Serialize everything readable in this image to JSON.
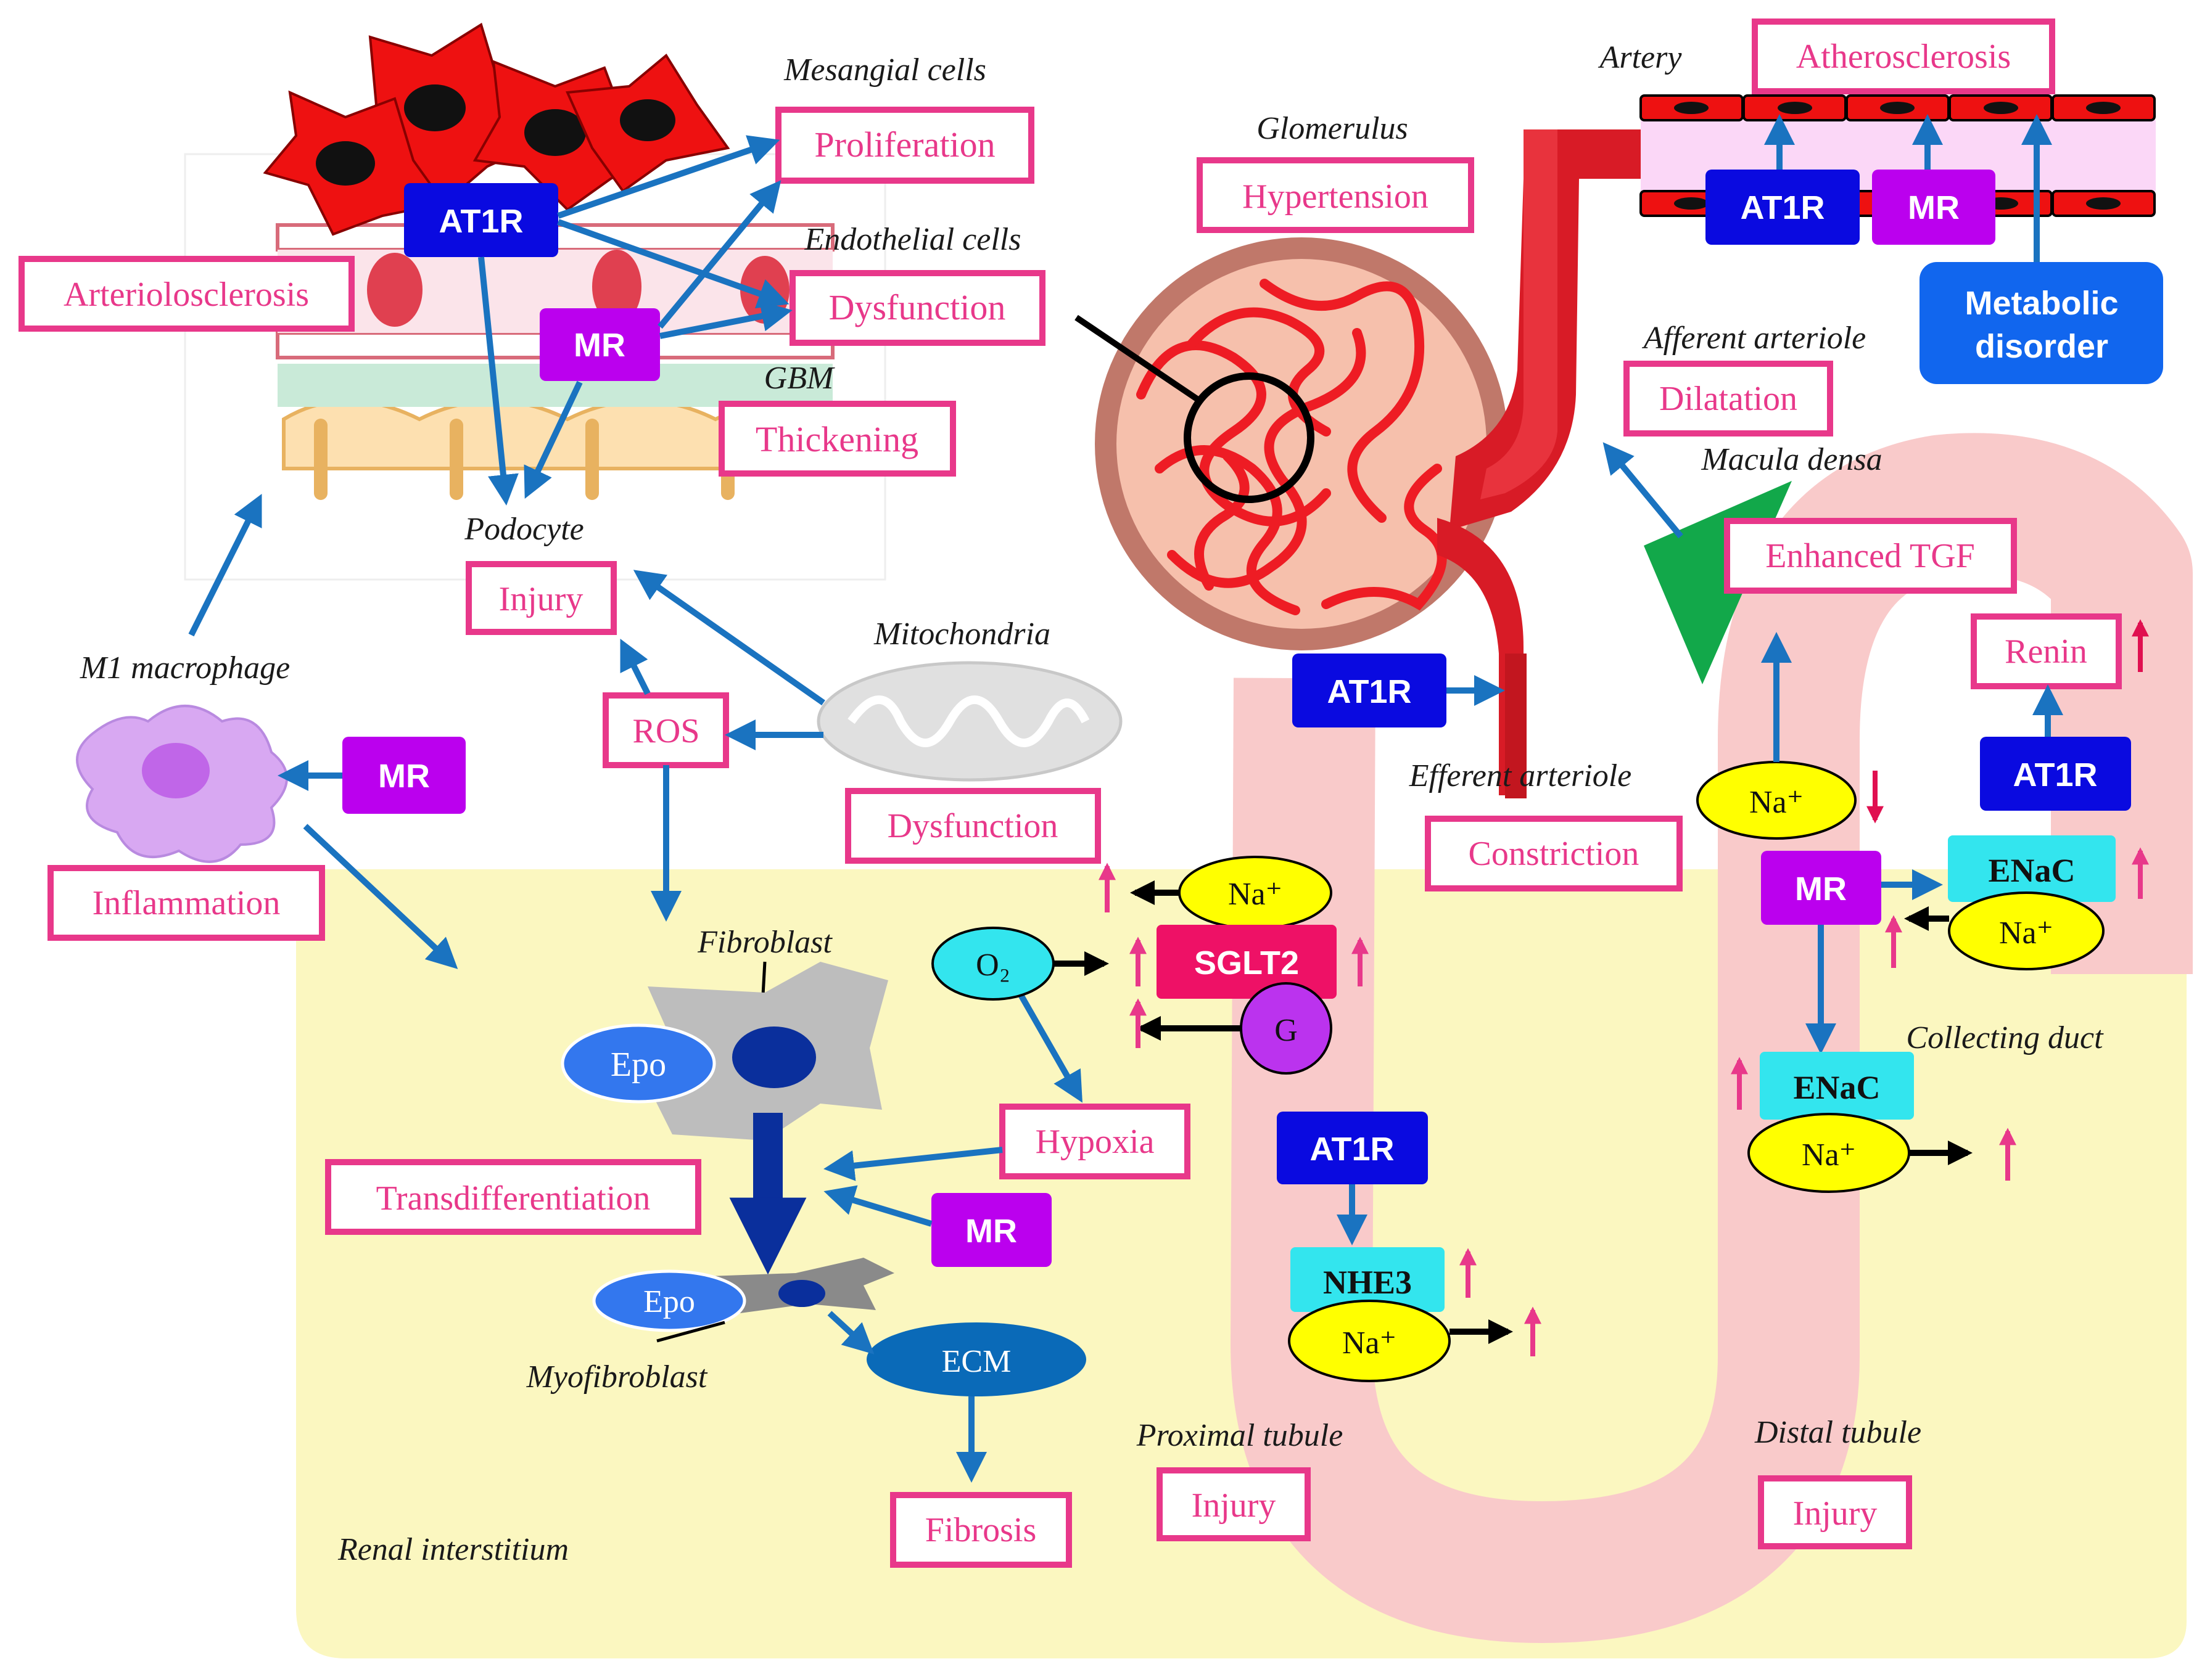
{
  "colors": {
    "pink_label": "#e8388a",
    "at1r": "#0a0ae0",
    "mr": "#bb00ee",
    "enac": "#33e5ee",
    "sodium": "#ffff00",
    "sglt2": "#ee1166",
    "interstitium": "#fbf7c0",
    "tubule": "#f9caca",
    "metabolic": "#1166ee",
    "arrow_blue": "#1a73c0"
  },
  "italic_labels": {
    "mesangial": "Mesangial cells",
    "endothelial": "Endothelial cells",
    "gbm": "GBM",
    "podocyte": "Podocyte",
    "m1_macrophage": "M1 macrophage",
    "mitochondria": "Mitochondria",
    "fibroblast": "Fibroblast",
    "myofibroblast": "Myofibroblast",
    "renal_interstitium": "Renal interstitium",
    "proximal_tubule": "Proximal tubule",
    "distal_tubule": "Distal tubule",
    "glomerulus": "Glomerulus",
    "artery": "Artery",
    "afferent": "Afferent arteriole",
    "macula_densa": "Macula densa",
    "efferent": "Efferent arteriole",
    "collecting_duct": "Collecting duct"
  },
  "outcomes": {
    "proliferation": "Proliferation",
    "dysfunction_endo": "Dysfunction",
    "thickening": "Thickening",
    "arteriolosclerosis": "Arteriolosclerosis",
    "injury_podocyte": "Injury",
    "ros": "ROS",
    "inflammation": "Inflammation",
    "dysfunction_mito": "Dysfunction",
    "transdifferentiation": "Transdifferentiation",
    "hypoxia": "Hypoxia",
    "fibrosis": "Fibrosis",
    "injury_proximal": "Injury",
    "injury_distal": "Injury",
    "hypertension": "Hypertension",
    "atherosclerosis": "Atherosclerosis",
    "dilatation": "Dilatation",
    "enhanced_tgf": "Enhanced TGF",
    "renin": "Renin",
    "constriction": "Constriction"
  },
  "receptors": {
    "at1r_glom": "AT1R",
    "mr_glom": "MR",
    "mr_macrophage": "MR",
    "mr_fibro": "MR",
    "at1r_artery": "AT1R",
    "mr_artery": "MR",
    "at1r_efferent": "AT1R",
    "at1r_distal": "AT1R",
    "mr_distal": "MR",
    "at1r_proximal": "AT1R"
  },
  "transporters": {
    "sglt2": "SGLT2",
    "enac_top": "ENaC",
    "enac_bottom": "ENaC",
    "nhe3": "NHE3"
  },
  "molecules": {
    "na_sglt": "Na⁺",
    "o2": "O₂",
    "g": "G",
    "na_distal": "Na⁺",
    "na_enac_top": "Na⁺",
    "na_enac_bottom": "Na⁺",
    "na_nhe3": "Na⁺",
    "epo_fibroblast": "Epo",
    "epo_myofibroblast": "Epo",
    "ecm": "ECM",
    "metabolic_line1": "Metabolic",
    "metabolic_line2": "disorder"
  }
}
